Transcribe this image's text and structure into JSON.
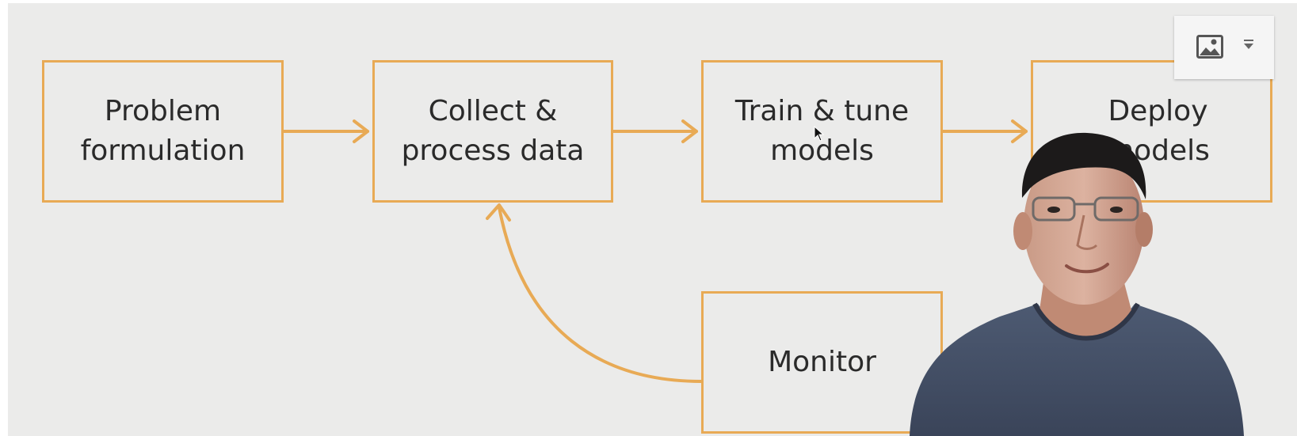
{
  "diagram": {
    "nodes": {
      "problem": "Problem\nformulation",
      "collect": "Collect &\nprocess data",
      "train": "Train & tune\nmodels",
      "deploy": "Deploy\nmodels",
      "monitor": "Monitor"
    },
    "edges": [
      {
        "from": "problem",
        "to": "collect"
      },
      {
        "from": "collect",
        "to": "train"
      },
      {
        "from": "train",
        "to": "deploy"
      },
      {
        "from": "monitor",
        "to": "collect"
      }
    ],
    "colors": {
      "accent": "#e8aa55",
      "background": "#ebebea",
      "text": "#2a2a2a"
    }
  },
  "overlay": {
    "image_menu_icon": "image-icon",
    "image_menu_caret": "dropdown-caret-icon",
    "presenter": "presenter-webcam-video"
  }
}
